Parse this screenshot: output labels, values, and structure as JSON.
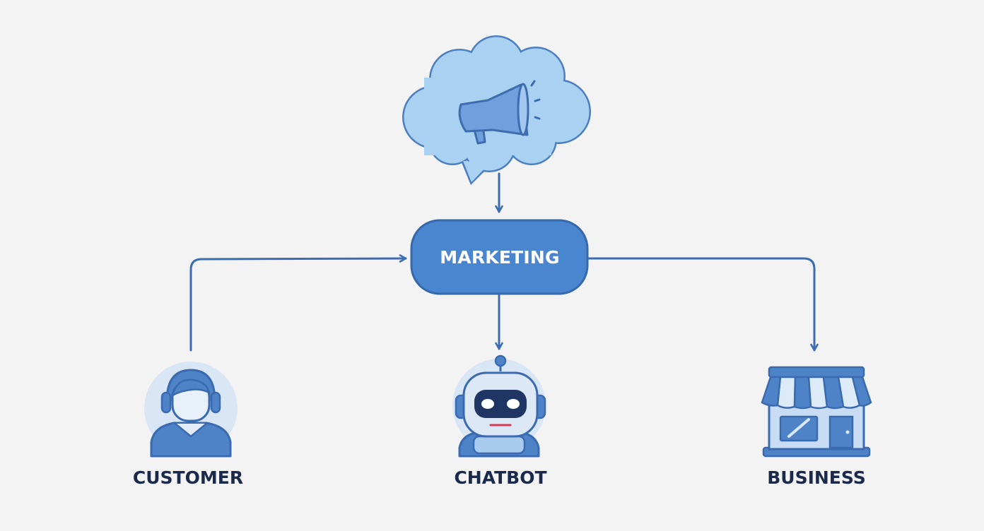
{
  "colors": {
    "background": "#f3f3f3",
    "line": "#3d6db0",
    "accent": "#4a86cf",
    "cloud_fill": "#a9d1f1",
    "label_text": "#1b2a4a"
  },
  "hub": {
    "label": "MARKETING",
    "icon": "megaphone-icon"
  },
  "nodes": [
    {
      "id": "customer",
      "label": "CUSTOMER",
      "icon": "customer-support-person-icon"
    },
    {
      "id": "chatbot",
      "label": "CHATBOT",
      "icon": "robot-icon"
    },
    {
      "id": "business",
      "label": "BUSINESS",
      "icon": "storefront-icon"
    }
  ]
}
